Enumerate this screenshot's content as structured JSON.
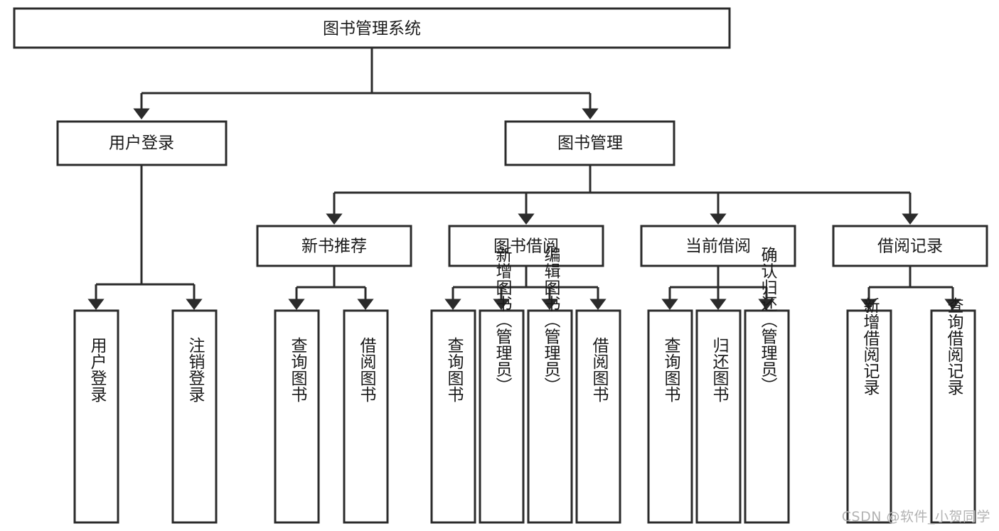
{
  "diagram": {
    "type": "tree",
    "title": "图书管理系统",
    "watermark": "CSDN @软件_小贺同学",
    "colors": {
      "stroke": "#2b2b2b",
      "fill": "#ffffff",
      "text": "#1a1a1a",
      "watermark": "#b3b3b3"
    },
    "levels": {
      "root": {
        "label": "图书管理系统"
      },
      "level2": [
        {
          "label": "用户登录"
        },
        {
          "label": "图书管理"
        }
      ],
      "level3": [
        {
          "label": "新书推荐"
        },
        {
          "label": "图书借阅"
        },
        {
          "label": "当前借阅"
        },
        {
          "label": "借阅记录"
        }
      ],
      "leaves": {
        "user_login": [
          {
            "label": "用户登录"
          },
          {
            "label": "注销登录"
          }
        ],
        "new_book_recommend": [
          {
            "label": "查询图书"
          },
          {
            "label": "借阅图书"
          }
        ],
        "book_borrow": [
          {
            "label": "查询图书"
          },
          {
            "label": "新增图书（管理员）"
          },
          {
            "label": "编辑图书（管理员）"
          },
          {
            "label": "借阅图书"
          }
        ],
        "current_borrow": [
          {
            "label": "查询图书"
          },
          {
            "label": "归还图书"
          },
          {
            "label": "确认归还（管理员）"
          }
        ],
        "borrow_record": [
          {
            "label": "新增借阅记录"
          },
          {
            "label": "查询借阅记录"
          }
        ]
      }
    }
  }
}
